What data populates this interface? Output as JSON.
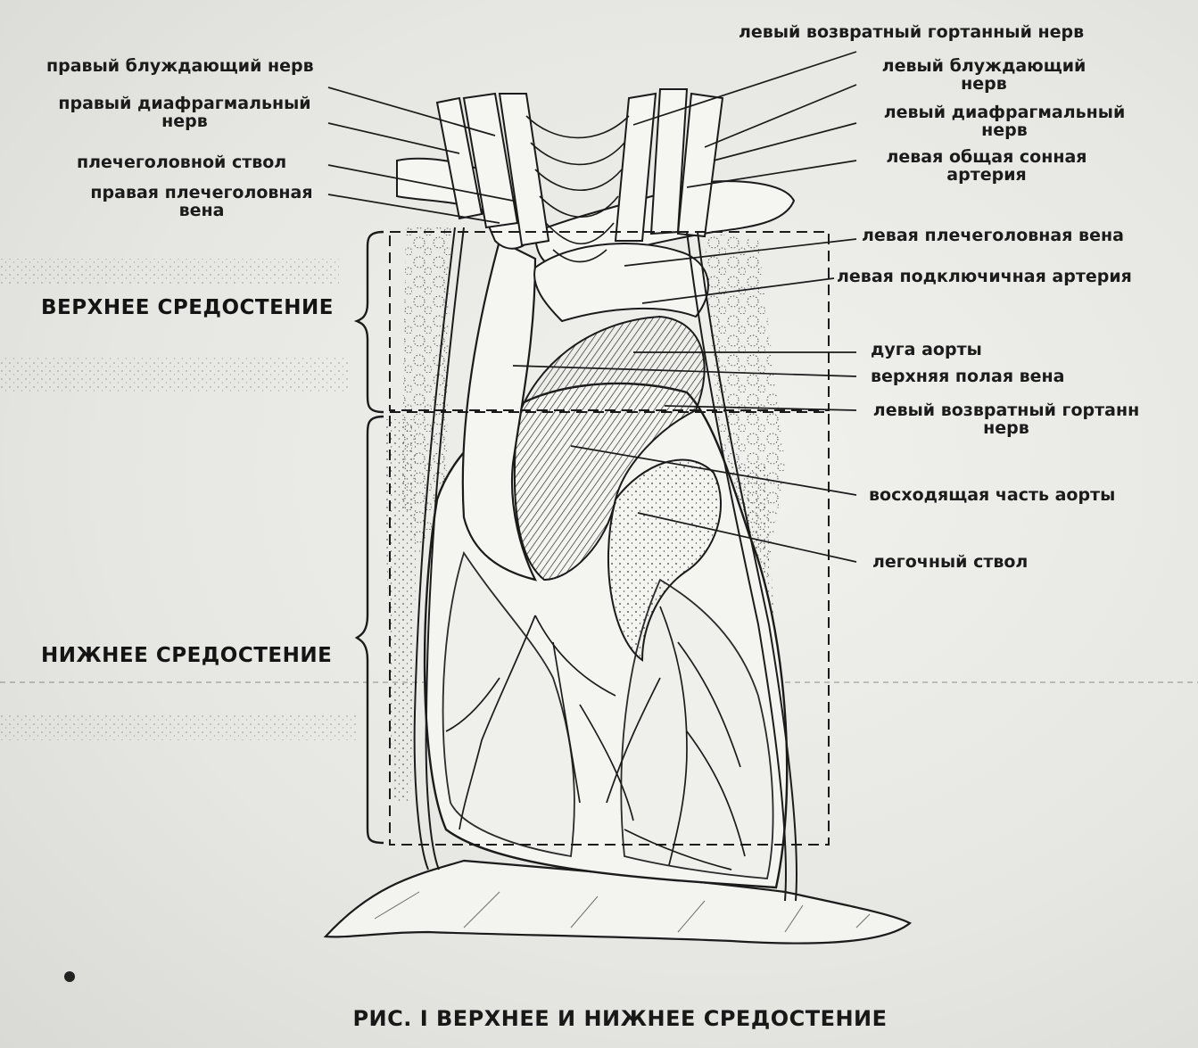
{
  "caption": "РИС. I ВЕРХНЕЕ И НИЖНЕЕ СРЕДОСТЕНИЕ",
  "regions": {
    "upper": "ВЕРХНЕЕ СРЕДОСТЕНИЕ",
    "lower": "НИЖНЕЕ СРЕДОСТЕНИЕ"
  },
  "labels_left": [
    {
      "id": "right-vagus",
      "line1": "правый блуждающий нерв",
      "line2": ""
    },
    {
      "id": "right-phrenic",
      "line1": "правый диафрагмальный",
      "line2": "нерв"
    },
    {
      "id": "brachiocephalic-trunk",
      "line1": "плечеголовной ствол",
      "line2": ""
    },
    {
      "id": "right-brachiocephalic-vein",
      "line1": "правая плечеголовная",
      "line2": "вена"
    }
  ],
  "labels_right": [
    {
      "id": "left-recurrent-top",
      "line1": "левый возвратный гортанный нерв",
      "line2": ""
    },
    {
      "id": "left-vagus",
      "line1": "левый блуждающий",
      "line2": "нерв"
    },
    {
      "id": "left-phrenic",
      "line1": "левый диафрагмальный",
      "line2": "нерв"
    },
    {
      "id": "left-carotid",
      "line1": "левая общая сонная",
      "line2": "артерия"
    },
    {
      "id": "left-brachiocephalic-vein",
      "line1": "левая плечеголовная вена",
      "line2": ""
    },
    {
      "id": "left-subclavian",
      "line1": "левая подключичная артерия",
      "line2": ""
    },
    {
      "id": "aortic-arch",
      "line1": "дуга аорты",
      "line2": ""
    },
    {
      "id": "svc",
      "line1": "верхняя полая вена",
      "line2": ""
    },
    {
      "id": "left-recurrent-mid",
      "line1": "левый возвратный гортанн",
      "line2": "нерв"
    },
    {
      "id": "ascending-aorta",
      "line1": "восходящая часть аорты",
      "line2": ""
    },
    {
      "id": "pulmonary-trunk",
      "line1": "легочный ствол",
      "line2": ""
    }
  ]
}
